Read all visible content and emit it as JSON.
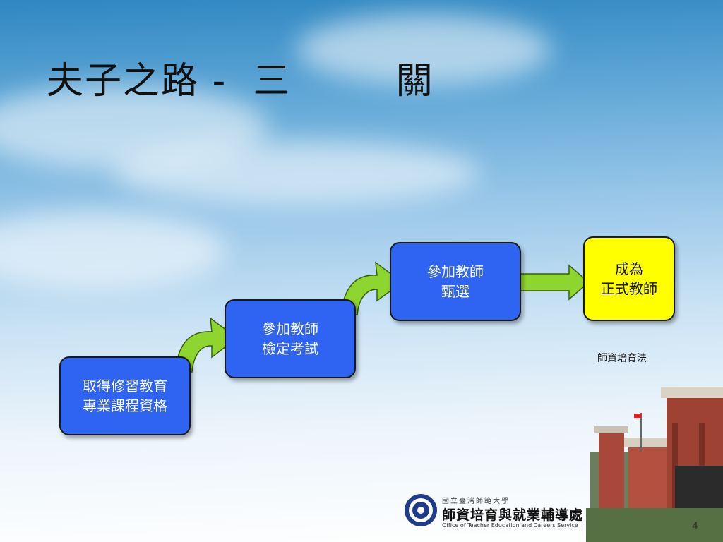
{
  "slide": {
    "title": "夫子之路 -  三        關",
    "steps": [
      {
        "lines": [
          "取得修習教育",
          "專業課程資格"
        ]
      },
      {
        "lines": [
          "參加教師",
          "檢定考試"
        ]
      },
      {
        "lines": [
          "參加教師",
          "甄選"
        ]
      },
      {
        "lines": [
          "成為",
          "正式教師"
        ]
      }
    ],
    "note": "師資培育法",
    "page_number": "4"
  },
  "logo": {
    "line1": "國立臺灣師範大學",
    "line2": "師資培育與就業輔導處",
    "line3": "Office of Teacher Education and Careers Service"
  },
  "colors": {
    "step_blue": "#2f63f2",
    "final_yellow": "#ffff00",
    "arrow_green": "#8ed62f"
  }
}
